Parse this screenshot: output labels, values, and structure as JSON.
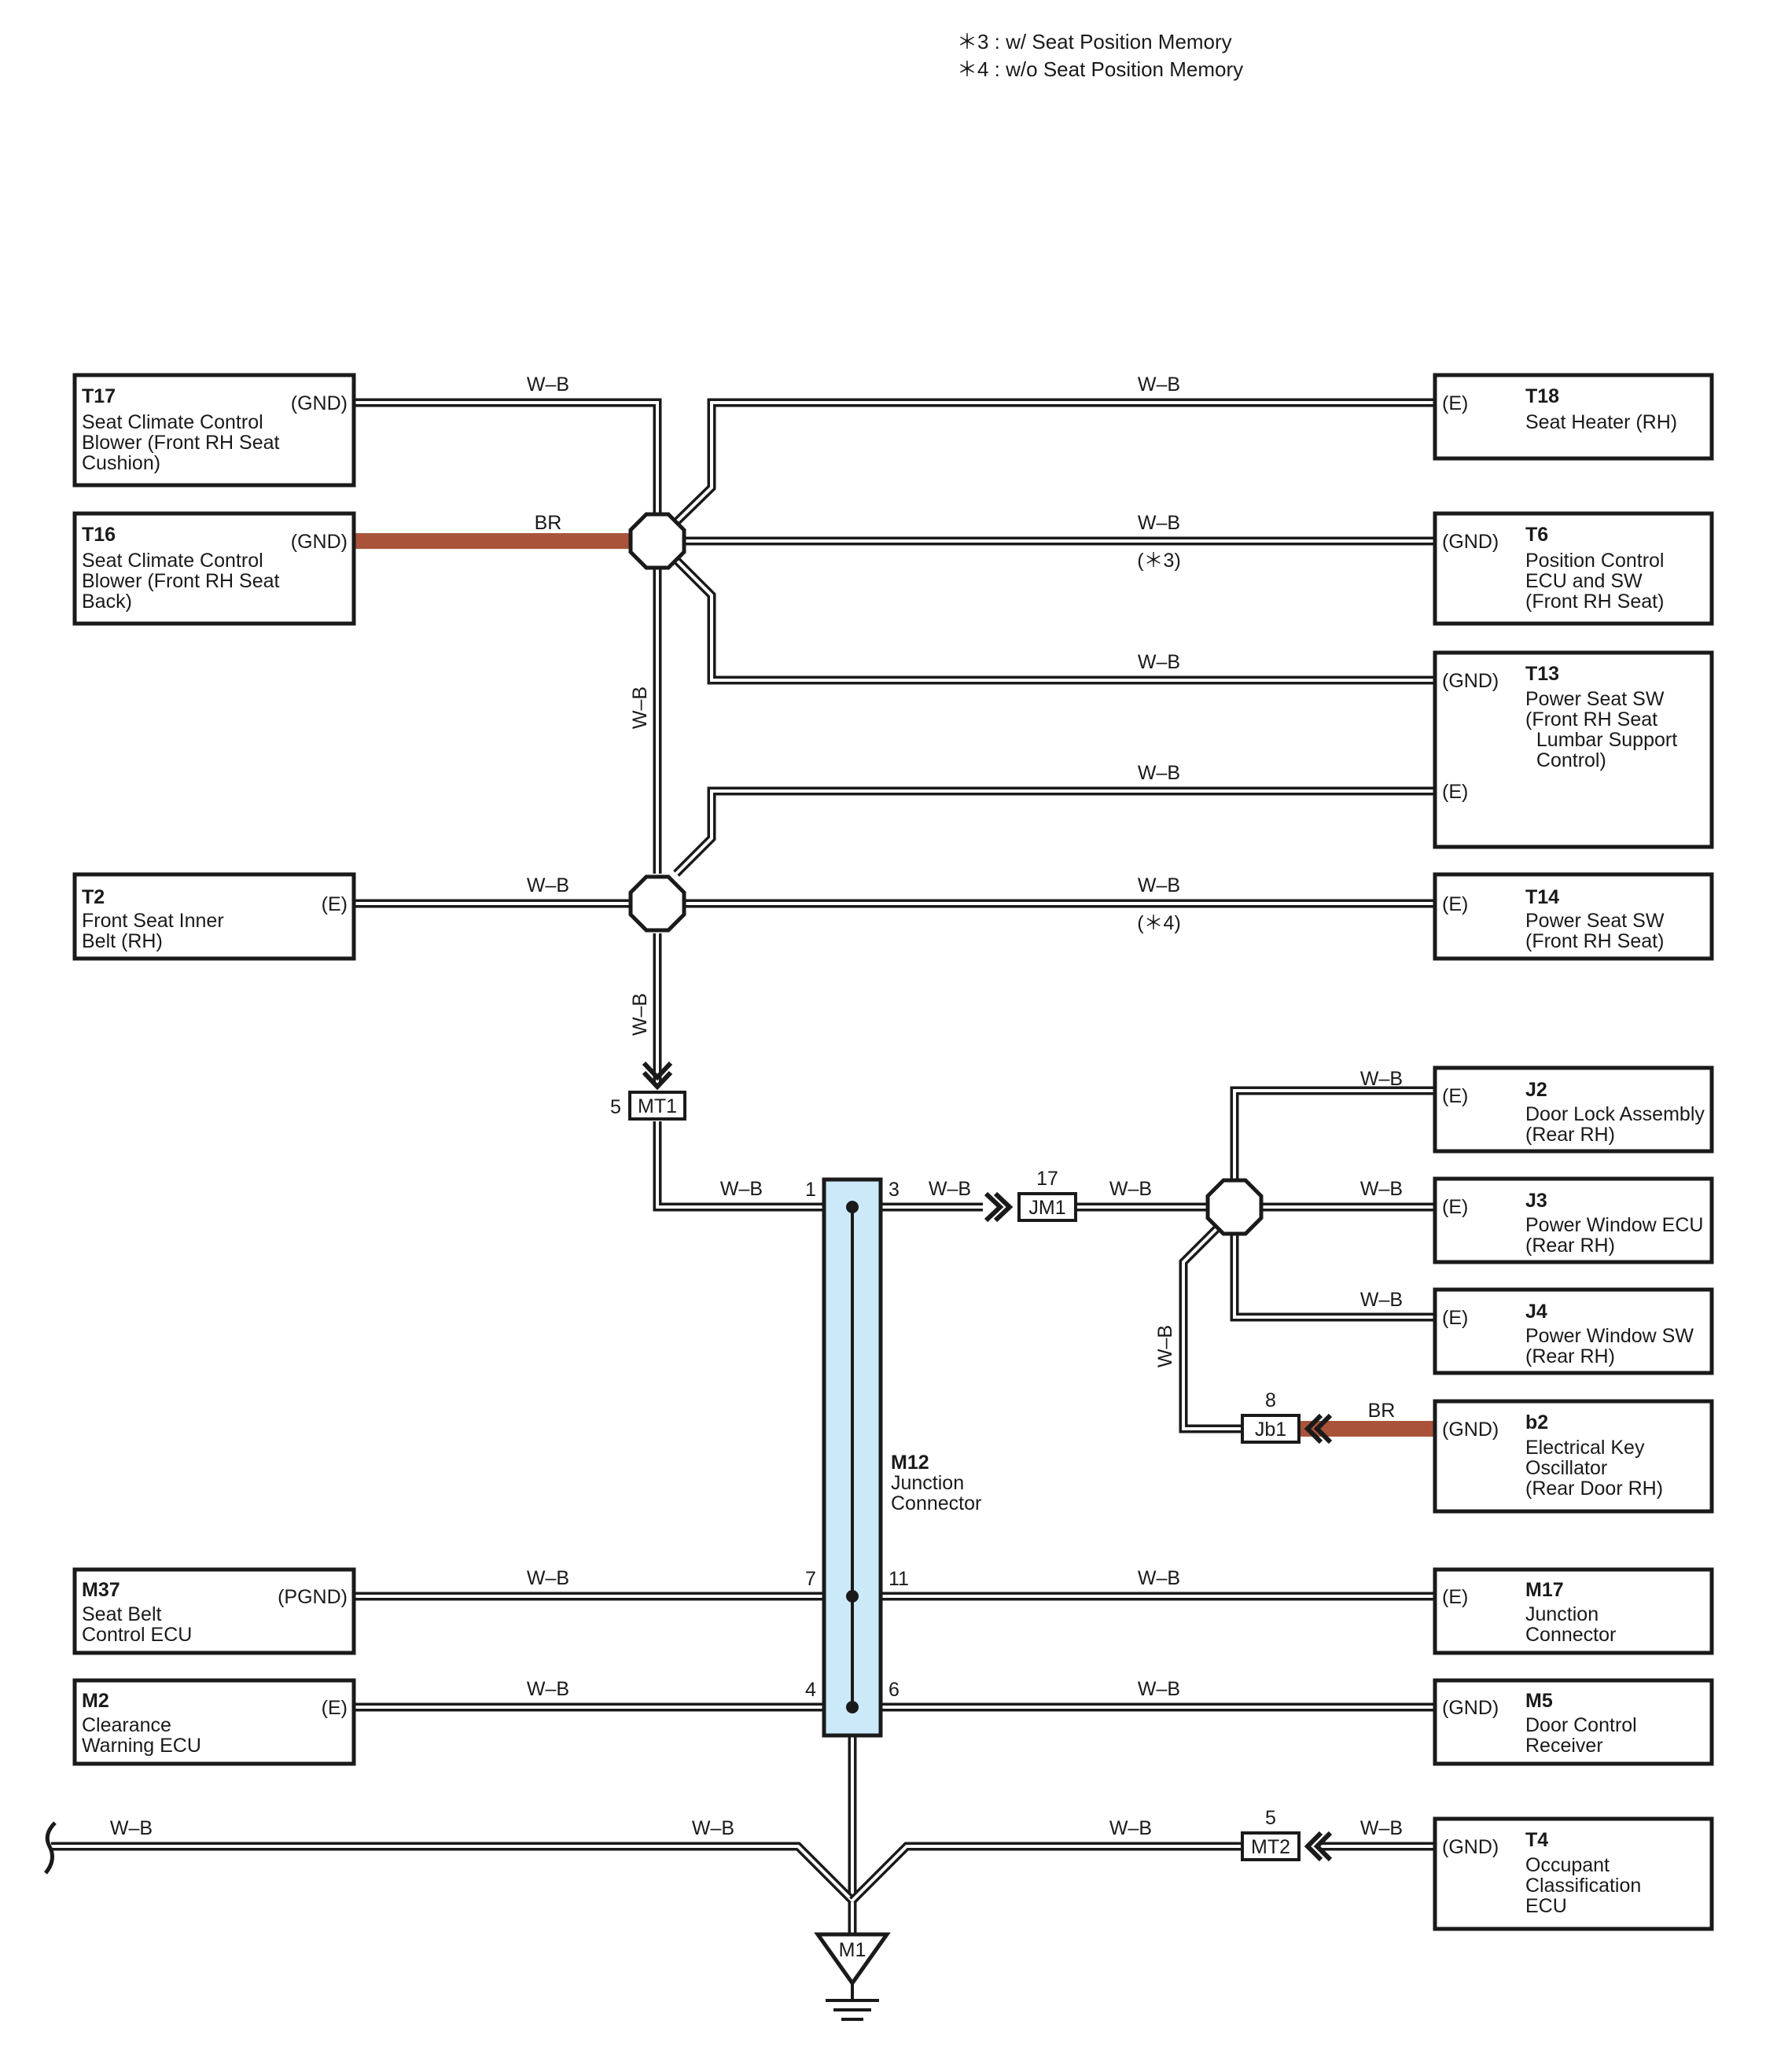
{
  "notes": {
    "n3": "＊3 : w/ Seat Position Memory",
    "n4": "＊4 : w/o Seat Position Memory"
  },
  "components": {
    "t17": {
      "id": "T17",
      "name": [
        "Seat Climate Control",
        "Blower (Front RH Seat",
        "Cushion)"
      ],
      "pin": "(GND)"
    },
    "t16": {
      "id": "T16",
      "name": [
        "Seat Climate Control",
        "Blower (Front RH Seat",
        "Back)"
      ],
      "pin": "(GND)"
    },
    "t2": {
      "id": "T2",
      "name": [
        "Front Seat Inner",
        "Belt (RH)"
      ],
      "pin": "(E)"
    },
    "m37": {
      "id": "M37",
      "name": [
        "Seat Belt",
        "Control ECU"
      ],
      "pin": "(PGND)"
    },
    "m2": {
      "id": "M2",
      "name": [
        "Clearance",
        "Warning ECU"
      ],
      "pin": "(E)"
    },
    "t18": {
      "id": "T18",
      "name": [
        "Seat Heater (RH)"
      ],
      "pin": "(E)"
    },
    "t6": {
      "id": "T6",
      "name": [
        "Position Control",
        "ECU and SW",
        "(Front RH Seat)"
      ],
      "pin": "(GND)"
    },
    "t13": {
      "id": "T13",
      "name": [
        "Power Seat SW",
        "(Front RH Seat",
        "  Lumbar Support",
        "  Control)"
      ],
      "pin1": "(GND)",
      "pin2": "(E)"
    },
    "t14": {
      "id": "T14",
      "name": [
        "Power Seat SW",
        "(Front RH Seat)"
      ],
      "pin": "(E)"
    },
    "j2": {
      "id": "J2",
      "name": [
        "Door Lock Assembly",
        "(Rear RH)"
      ],
      "pin": "(E)"
    },
    "j3": {
      "id": "J3",
      "name": [
        "Power Window ECU",
        "(Rear RH)"
      ],
      "pin": "(E)"
    },
    "j4": {
      "id": "J4",
      "name": [
        "Power Window SW",
        "(Rear RH)"
      ],
      "pin": "(E)"
    },
    "b2": {
      "id": "b2",
      "name": [
        "Electrical Key",
        "Oscillator",
        "(Rear Door RH)"
      ],
      "pin": "(GND)"
    },
    "m17": {
      "id": "M17",
      "name": [
        "Junction",
        "Connector"
      ],
      "pin": "(E)"
    },
    "m5": {
      "id": "M5",
      "name": [
        "Door Control",
        "Receiver"
      ],
      "pin": "(GND)"
    },
    "t4": {
      "id": "T4",
      "name": [
        "Occupant",
        "Classification",
        "ECU"
      ],
      "pin": "(GND)"
    },
    "m12": {
      "id": "M12",
      "name": [
        "Junction",
        "Connector"
      ]
    }
  },
  "wires": {
    "wb": "W–B",
    "br": "BR",
    "star3": "(＊3)",
    "star4": "(＊4)"
  },
  "connectors": {
    "mt1": "MT1",
    "mt1_pin": "5",
    "jm1": "JM1",
    "jm1_pin": "17",
    "jb1": "Jb1",
    "jb1_pin": "8",
    "mt2": "MT2",
    "mt2_pin": "5",
    "m1": "M1"
  },
  "m12_pins": {
    "p1": "1",
    "p3": "3",
    "p7": "7",
    "p11": "11",
    "p4": "4",
    "p6": "6"
  },
  "colors": {
    "wire_wb": "#ffffff",
    "wire_br": "#a9543a",
    "junction_fill": "#cbe9f9",
    "ink": "#1a1a1a"
  }
}
